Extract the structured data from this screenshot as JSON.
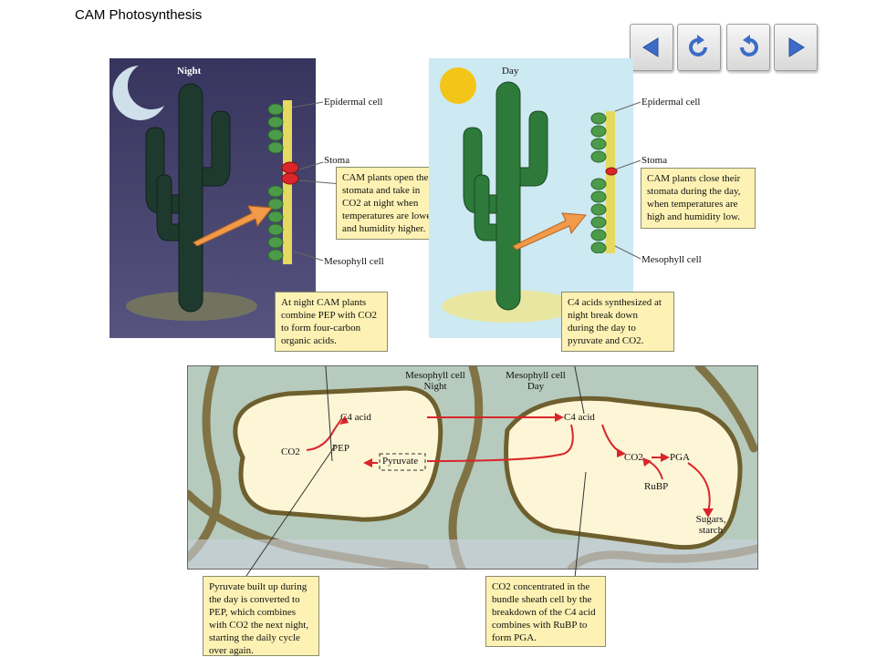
{
  "page": {
    "title": "CAM Photosynthesis"
  },
  "nav": {
    "buttons": [
      {
        "name": "back-button",
        "icon": "triangle-left-icon"
      },
      {
        "name": "replay-button",
        "icon": "replay-icon"
      },
      {
        "name": "reload-button",
        "icon": "reload-icon"
      },
      {
        "name": "forward-button",
        "icon": "triangle-right-icon"
      }
    ]
  },
  "night_panel": {
    "title": "Night",
    "labels": {
      "epidermal": "Epidermal cell",
      "stoma": "Stoma",
      "mesophyll": "Mesophyll cell"
    },
    "callout": [
      "CAM plants open their",
      "stomata and take in",
      "CO2 at night when",
      "temperatures are lower",
      "and humidity higher."
    ]
  },
  "day_panel": {
    "title": "Day",
    "labels": {
      "epidermal": "Epidermal cell",
      "stoma": "Stoma",
      "mesophyll": "Mesophyll cell"
    },
    "callout": [
      "CAM plants close their",
      "stomata during the day,",
      "when temperatures are",
      "high and humidity low."
    ]
  },
  "callouts": {
    "night_acid": [
      "At night CAM plants",
      "combine PEP with CO2",
      "to form four-carbon",
      "organic acids."
    ],
    "day_acid": [
      "C4 acids synthesized at",
      "night break down",
      "during the day to",
      "pyruvate and CO2."
    ],
    "pyruvate": [
      "Pyruvate built up during",
      "the day is converted to",
      "PEP, which combines",
      "with CO2 the next night,",
      "starting the daily cycle",
      "over again."
    ],
    "bundle": [
      "CO2 concentrated in the",
      "bundle sheath cell by the",
      "breakdown of the C4 acid",
      "combines with RuBP to",
      "form PGA."
    ]
  },
  "cells": {
    "night_title": [
      "Mesophyll cell",
      "Night"
    ],
    "day_title": [
      "Mesophyll cell",
      "Day"
    ],
    "night": {
      "c4acid": "C4 acid",
      "co2": "CO2",
      "pep": "PEP",
      "pyruvate": "Pyruvate"
    },
    "day": {
      "c4acid": "C4 acid",
      "co2": "CO2",
      "pga": "PGA",
      "rubp": "RuBP",
      "sugars": [
        "Sugars,",
        "starch"
      ]
    }
  },
  "colors": {
    "arrow_red": "#d9262b",
    "callout_bg": "#fdf2b4",
    "cell_bg": "#fcf5d6",
    "tissue_bg": "#b6cbbd",
    "night_sky": "#3e3c66",
    "day_sky": "#cde9f2"
  }
}
